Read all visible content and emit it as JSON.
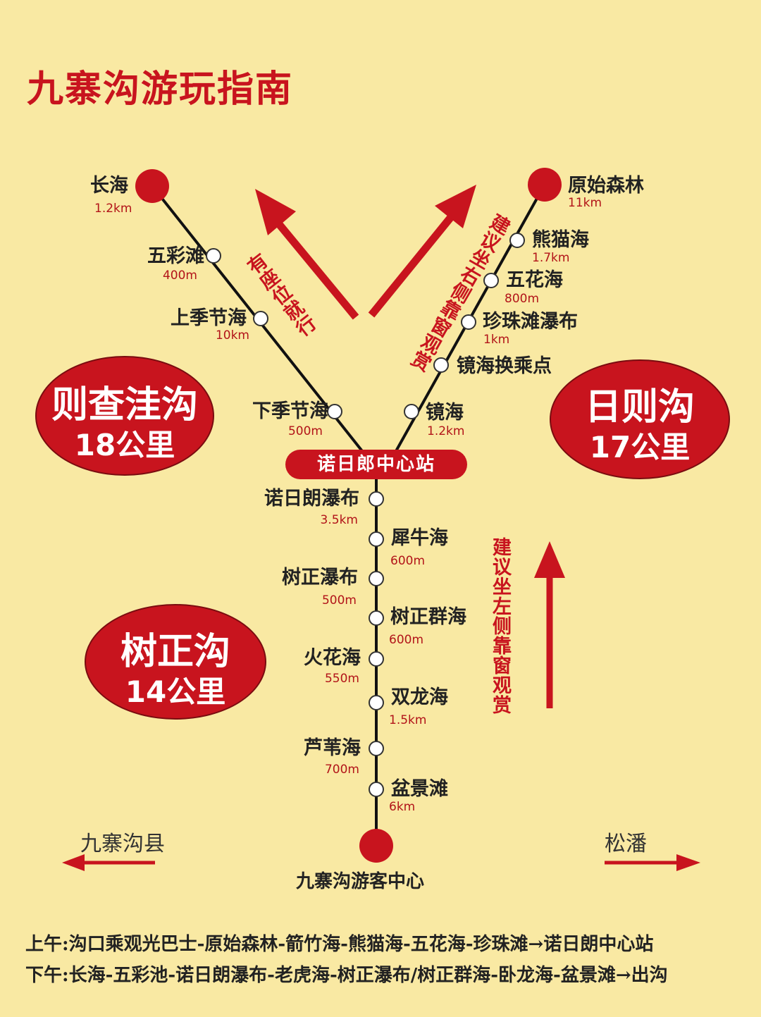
{
  "title": "九寨沟游玩指南",
  "colors": {
    "accent": "#c8141e",
    "background": "#f9e9a3",
    "line": "#111111"
  },
  "left_branch": {
    "terminal": {
      "name": "长海",
      "dist": "1.2km"
    },
    "stops": [
      {
        "name": "五彩滩",
        "dist": "400m"
      },
      {
        "name": "上季节海",
        "dist": "10km"
      },
      {
        "name": "下季节海",
        "dist": "500m"
      }
    ],
    "tip": "有座位就行"
  },
  "right_branch": {
    "terminal": {
      "name": "原始森林",
      "dist": "11km"
    },
    "stops": [
      {
        "name": "熊猫海",
        "dist": "1.7km"
      },
      {
        "name": "五花海",
        "dist": "800m"
      },
      {
        "name": "珍珠滩瀑布",
        "dist": "1km"
      },
      {
        "name": "镜海换乘点",
        "dist": ""
      },
      {
        "name": "镜海",
        "dist": "1.2km"
      }
    ],
    "tip": "建议坐右侧靠窗观赏"
  },
  "hub": "诺日郎中心站",
  "trunk": {
    "stops": [
      {
        "name": "诺日朗瀑布",
        "dist": "3.5km"
      },
      {
        "name": "犀牛海",
        "dist": "600m"
      },
      {
        "name": "树正瀑布",
        "dist": "500m"
      },
      {
        "name": "树正群海",
        "dist": "600m"
      },
      {
        "name": "火花海",
        "dist": "550m"
      },
      {
        "name": "双龙海",
        "dist": "1.5km"
      },
      {
        "name": "芦苇海",
        "dist": "700m"
      },
      {
        "name": "盆景滩",
        "dist": "6km"
      }
    ],
    "terminal": "九寨沟游客中心",
    "tip": "建议坐左侧靠窗观赏"
  },
  "valleys": [
    {
      "name": "则查洼沟",
      "distance": "18公里"
    },
    {
      "name": "日则沟",
      "distance": "17公里"
    },
    {
      "name": "树正沟",
      "distance": "14公里"
    }
  ],
  "exits": {
    "left": "九寨沟县",
    "right": "松潘"
  },
  "itinerary": {
    "morning": "上午:沟口乘观光巴士-原始森林-箭竹海-熊猫海-五花海-珍珠滩→诺日朗中心站",
    "afternoon": "下午:长海-五彩池-诺日朗瀑布-老虎海-树正瀑布/树正群海-卧龙海-盆景滩→出沟"
  }
}
